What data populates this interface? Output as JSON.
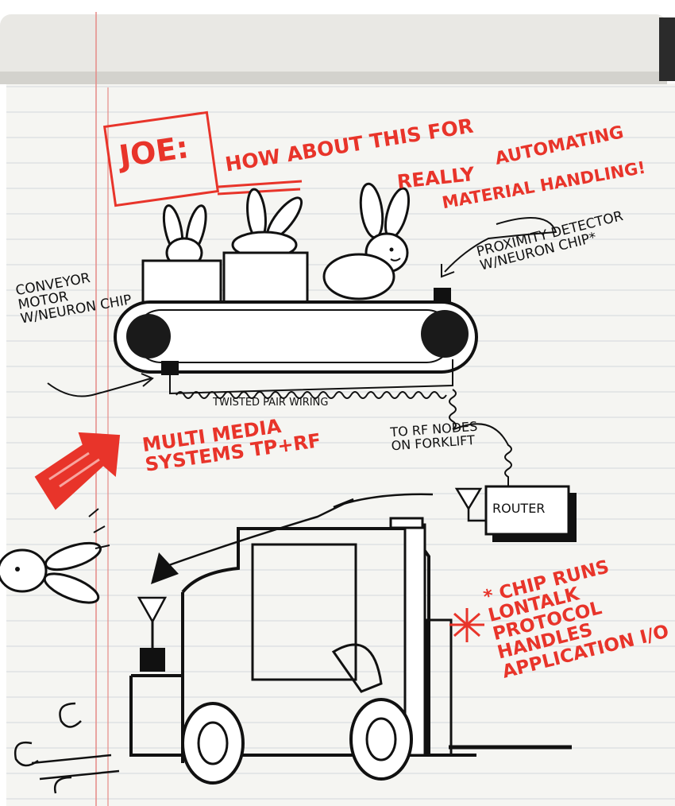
{
  "heading": {
    "joe": "JOE:",
    "line1": "HOW ABOUT THIS FOR",
    "really": "REALLY",
    "line2": "AUTOMATING",
    "line3": "MATERIAL HANDLING!"
  },
  "labels": {
    "conveyor_motor": "CONVEYOR MOTOR W/NEURON CHIP",
    "proximity_detector": "PROXIMITY DETECTOR W/NEURON CHIP*",
    "twisted_pair": "TWISTED PAIR WIRING",
    "multi_media": "MULTI MEDIA SYSTEMS TP+RF",
    "rf_nodes": "TO RF NODES ON FORKLIFT",
    "router": "ROUTER",
    "chip_note": "* CHIP RUNS LONTALK PROTOCOL HANDLES APPLICATION I/O"
  },
  "colors": {
    "marker_red": "#e8342a",
    "ink": "#111111",
    "paper": "#f5f5f2",
    "margin_line": "#e58a86"
  }
}
